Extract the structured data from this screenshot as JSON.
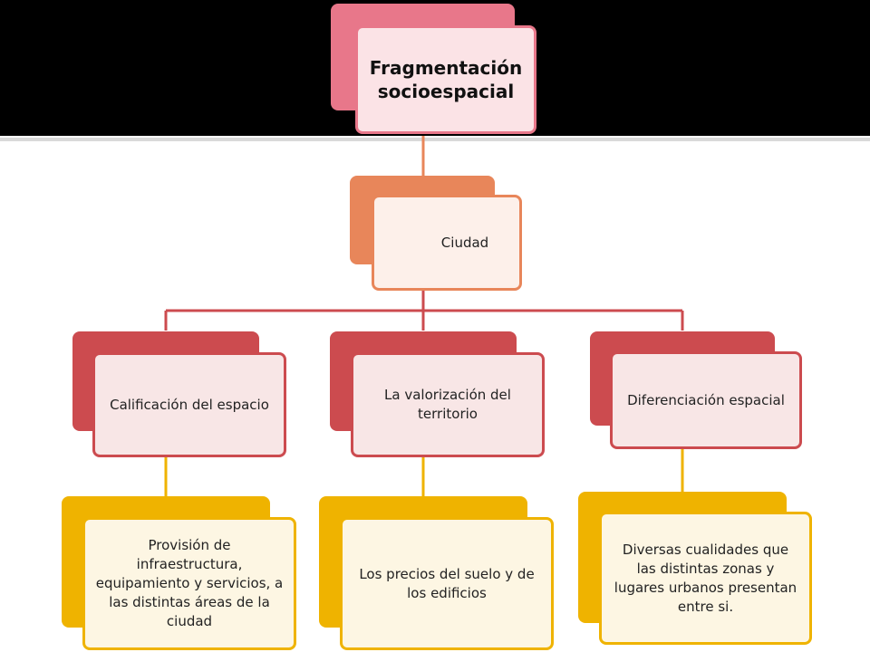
{
  "colors": {
    "root": "#e8778a",
    "root_inner": "#fbe3e6",
    "city": "#e8865a",
    "city_inner": "#fdf0ea",
    "level2": "#cc4b4f",
    "level2_inner": "#f8e6e6",
    "leaf": "#efb300",
    "leaf_inner": "#fdf6e3",
    "connector_red": "#cc4b4f",
    "connector_orange": "#e8865a",
    "connector_gold": "#efb300"
  },
  "diagram": {
    "root": {
      "label": "Fragmentación socioespacial"
    },
    "city": {
      "label": "Ciudad"
    },
    "branches": [
      {
        "label": "Calificación del espacio",
        "leaf": "Provisión de infraestructura, equipamiento y servicios, a las distintas áreas de la ciudad"
      },
      {
        "label": "La valorización del territorio",
        "leaf": "Los precios del suelo y de los edificios"
      },
      {
        "label": "Diferenciación espacial",
        "leaf": "Diversas cualidades que las distintas zonas y lugares urbanos presentan entre si."
      }
    ]
  }
}
